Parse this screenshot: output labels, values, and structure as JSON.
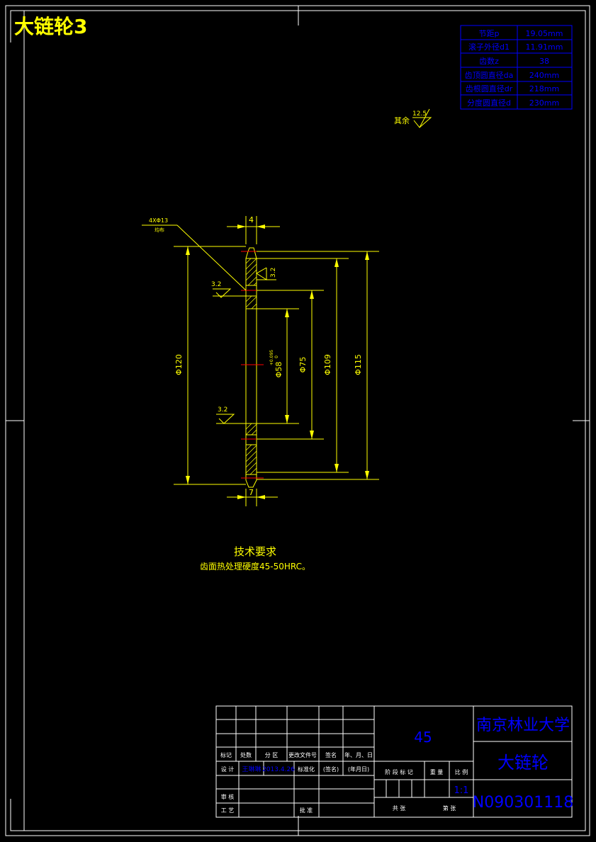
{
  "title": "大链轮3",
  "params_table": [
    {
      "label": "节距p",
      "value": "19.05mm"
    },
    {
      "label": "滚子外径d1",
      "value": "11.91mm"
    },
    {
      "label": "齿数z",
      "value": "38"
    },
    {
      "label": "齿顶圆直径da",
      "value": "240mm"
    },
    {
      "label": "齿根圆直径dr",
      "value": "218mm"
    },
    {
      "label": "分度圆直径d",
      "value": "230mm"
    }
  ],
  "surface_note": {
    "label": "其余",
    "value": "12.5"
  },
  "dimensions": {
    "width_top": "4",
    "width_bottom": "7",
    "hole_note": "4XΦ13",
    "hole_note2": "均布",
    "roughness_a": "3.2",
    "roughness_b": "3.2",
    "roughness_c": "3.2",
    "dia_120": "Φ120",
    "dia_58": "Φ58",
    "dia_58_tol_upper": "+0.095",
    "dia_58_tol_lower": "0",
    "dia_75": "Φ75",
    "dia_109": "Φ109",
    "dia_115": "Φ115"
  },
  "tech_req": {
    "heading": "技术要求",
    "line1": "齿面热处理硬度45-50HRC。"
  },
  "title_block": {
    "material": "45",
    "school": "南京林业大学",
    "part_name": "大链轮",
    "drawing_no": "N090301118",
    "row_labels": [
      "标记",
      "处数",
      "分 区",
      "更改文件号",
      "签名",
      "年、月、日"
    ],
    "design_label": "设 计",
    "designer": "王琳琳",
    "date": "2013.4.26",
    "std_label": "标准化",
    "sign_label": "(签名)",
    "ymd_label": "(年月日)",
    "stage_label": "阶 段 标 记",
    "weight_label": "重 量",
    "scale_label": "比 例",
    "scale_value": "1:1",
    "review_label": "审 核",
    "process_label": "工 艺",
    "approve_label": "批 准",
    "sheets_total": "共 张",
    "sheet_no": "第 张"
  },
  "colors": {
    "frame": "#ffffff",
    "dimension": "#ffff00",
    "table": "#0000ff",
    "center": "#ff0000"
  }
}
